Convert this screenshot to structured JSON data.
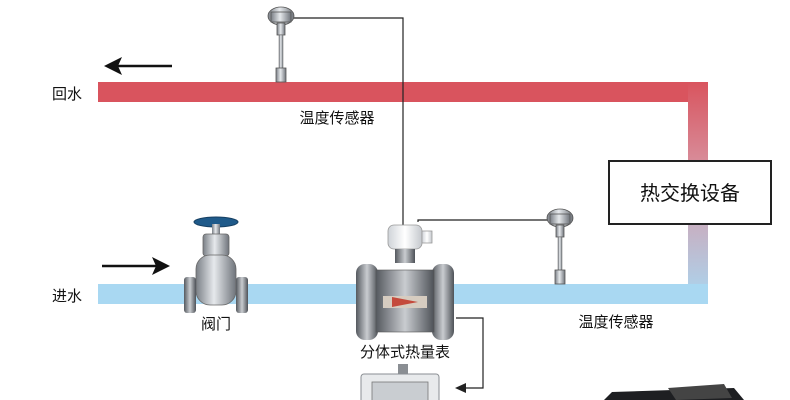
{
  "labels": {
    "return_water": "回水",
    "supply_water": "进水",
    "temp_sensor_top": "温度传感器",
    "temp_sensor_right": "温度传感器",
    "valve": "阀门",
    "heat_meter": "分体式热量表",
    "heat_exchanger": "热交换设备"
  },
  "colors": {
    "return_pipe": "#d9545e",
    "supply_pipe": "#a9d8f2",
    "exchanger_border": "#222222",
    "signal_line": "#222222"
  },
  "icons": {
    "valve": "gate-valve-icon",
    "sensor": "temperature-probe-icon",
    "meter": "electromagnetic-flowmeter-icon",
    "calculator": "meter-calculator-icon",
    "arrow": "flow-direction-arrow-icon"
  }
}
